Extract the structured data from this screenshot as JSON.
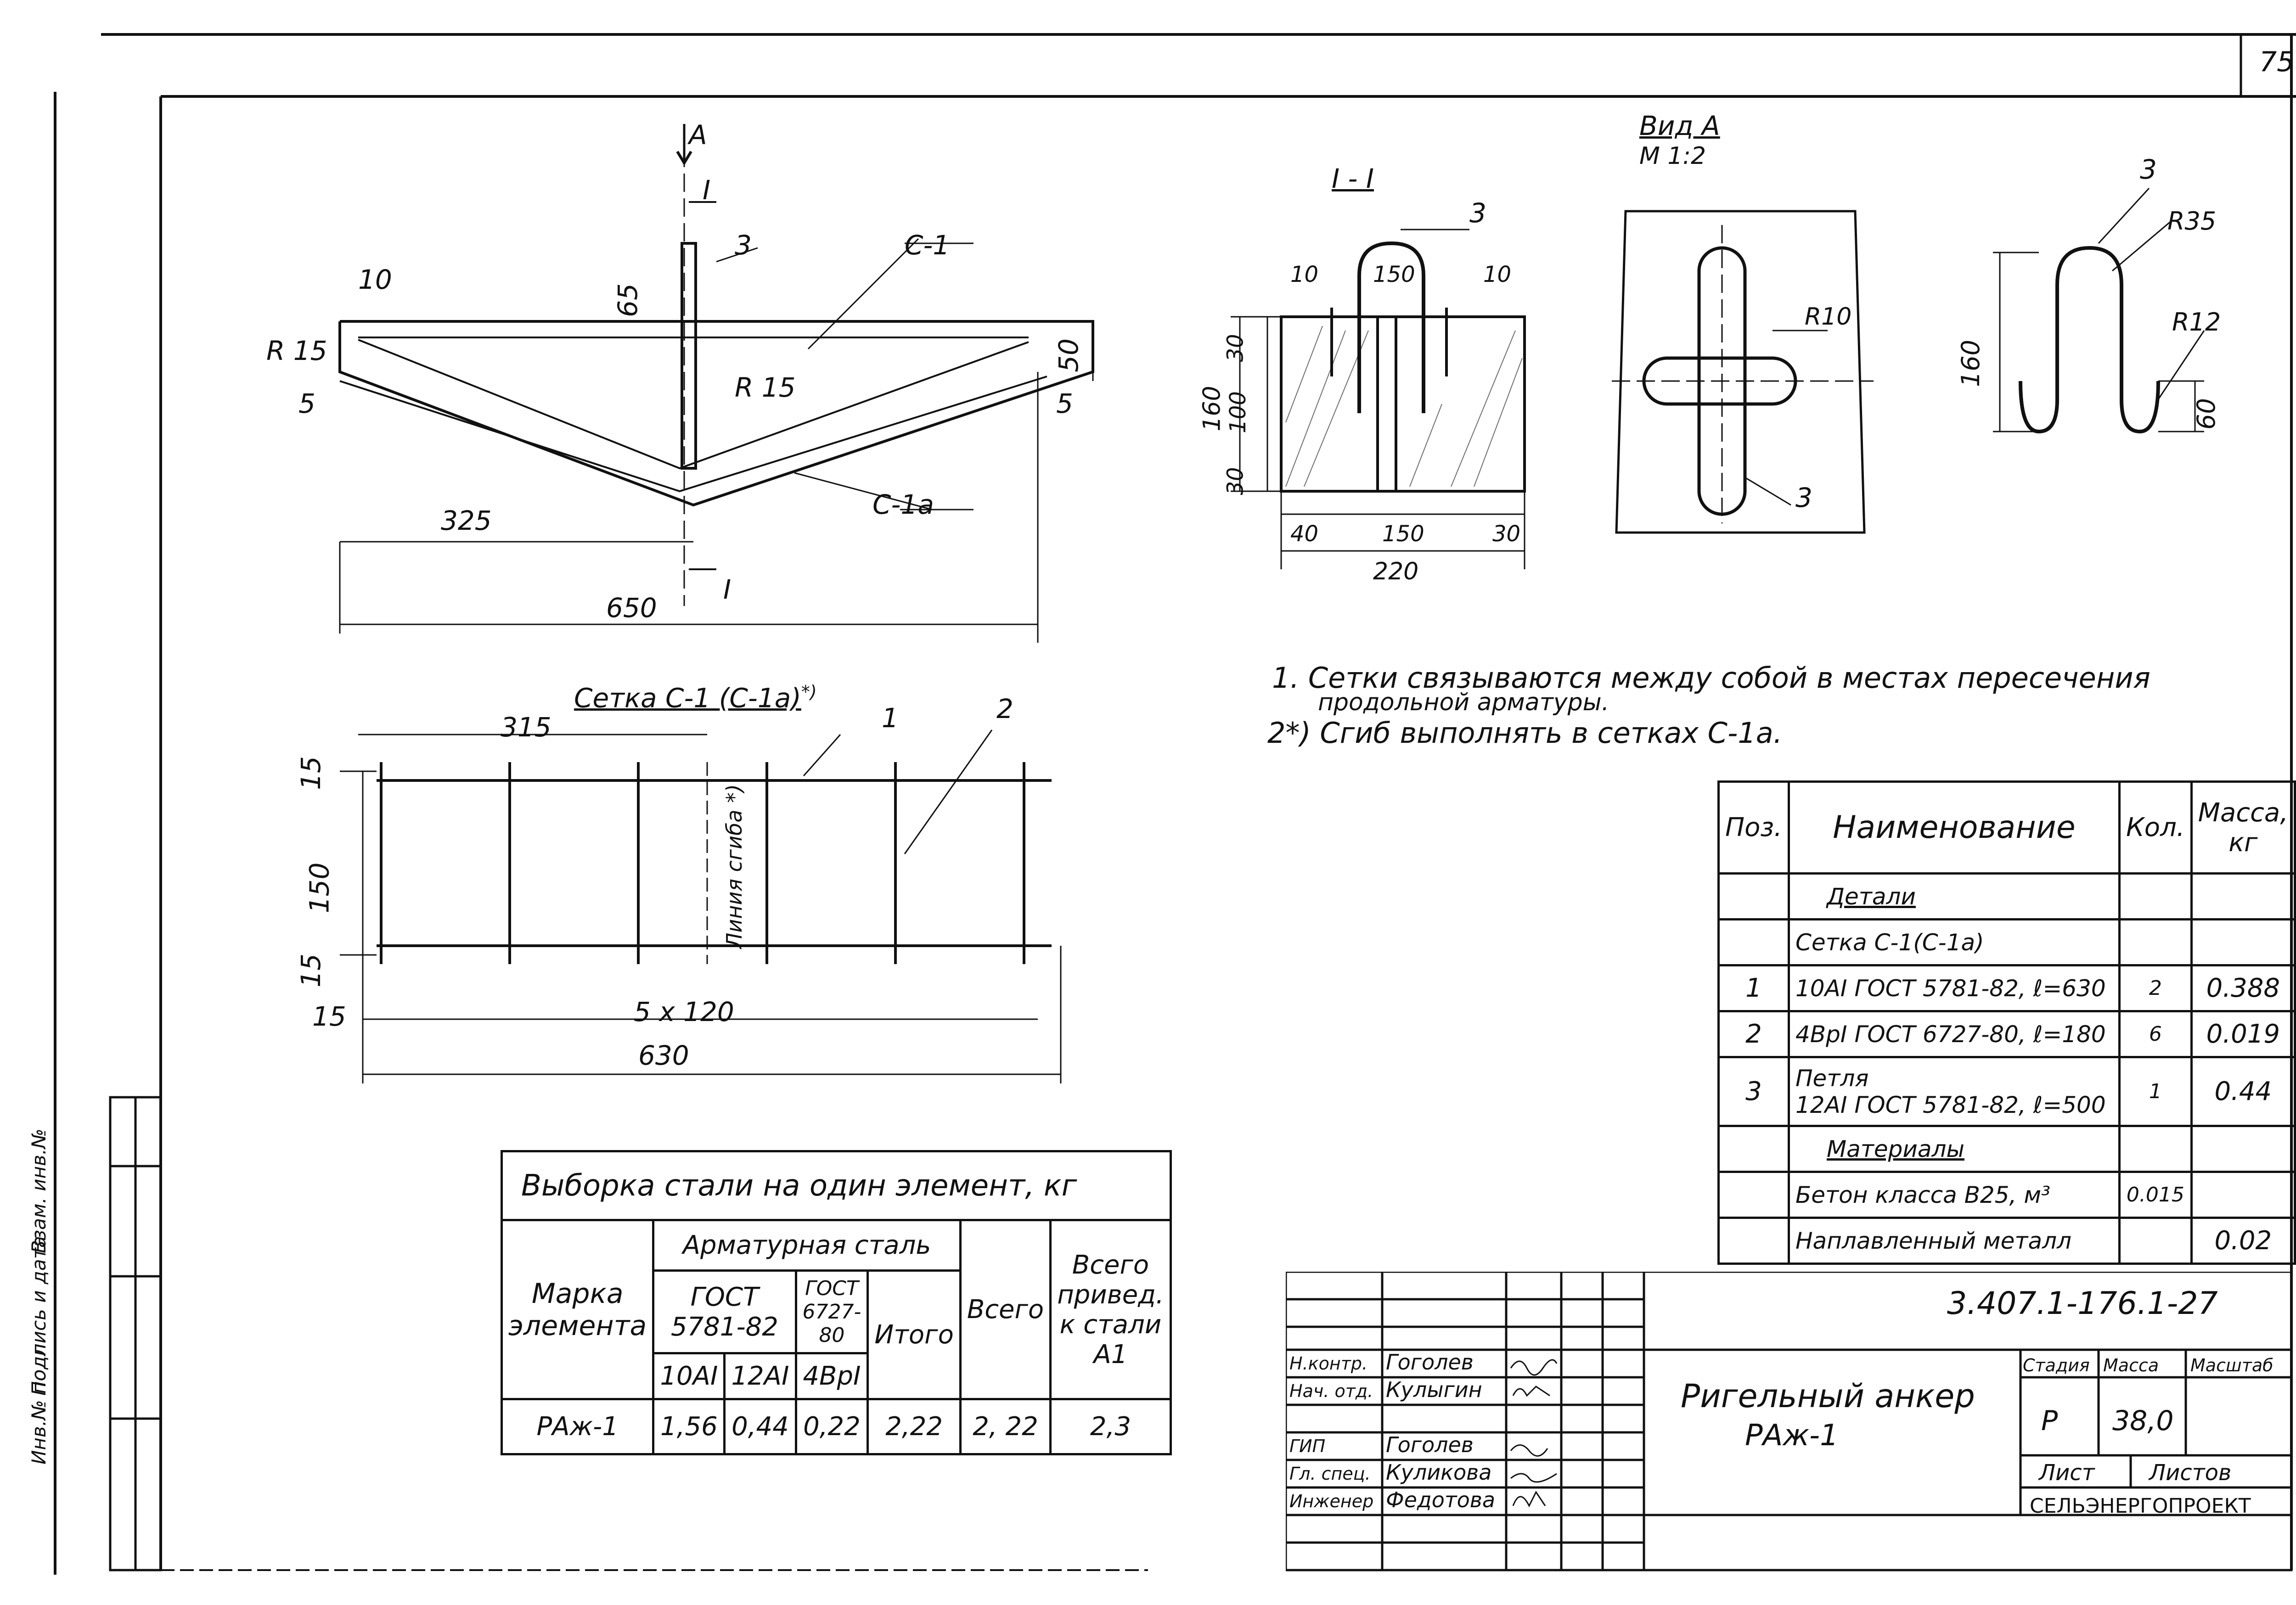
{
  "page_number": "75",
  "drawings": {
    "main_view": {
      "label_view_arrow": "А",
      "label_section": "I",
      "label_section_bottom": "I",
      "pos_3": "3",
      "mesh_c1": "С-1",
      "mesh_c1a": "С-1а",
      "dim_10": "10",
      "dim_65": "65",
      "dim_r15_left": "R 15",
      "dim_r15_mid": "R 15",
      "dim_50": "50",
      "dim_5_left": "5",
      "dim_5_right": "5",
      "dim_325": "325",
      "dim_650": "650"
    },
    "section_1_1": {
      "title": "I - I",
      "pos_3": "3",
      "dim_10a": "10",
      "dim_150_top": "150",
      "dim_10b": "10",
      "dim_30_top": "30",
      "dim_100": "100",
      "dim_30_bottom": "30",
      "dim_160": "160",
      "dim_40": "40",
      "dim_150_bottom": "150",
      "dim_30_right": "30",
      "dim_220": "220"
    },
    "view_a": {
      "title": "Вид А",
      "scale": "М 1:2",
      "dim_r10": "R10",
      "pos_3": "3"
    },
    "loop": {
      "pos_3": "3",
      "dim_r35": "R35",
      "dim_r12": "R12",
      "dim_160": "160",
      "dim_60": "60"
    },
    "mesh": {
      "title": "Сетка С-1 (С-1а)",
      "title_note": "*)",
      "pos_1": "1",
      "pos_2": "2",
      "dim_315": "315",
      "dim_15a": "15",
      "dim_150": "150",
      "dim_15b": "15",
      "dim_15c": "15",
      "dim_5x120": "5 х 120",
      "dim_630": "630",
      "bend_line": "Линия сгиба *)"
    }
  },
  "notes": [
    "1.  Сетки связываются между собой в местах пересечения",
    "продольной арматуры.",
    "2*) Сгиб выполнять в сетках С-1а."
  ],
  "spec_table": {
    "headers": {
      "pos": "Поз.",
      "name": "Наименование",
      "qty": "Кол.",
      "mass": "Масса, кг"
    },
    "rows": [
      {
        "pos": "",
        "name": "Детали",
        "qty": "",
        "mass": "",
        "style": "section"
      },
      {
        "pos": "",
        "name": "Сетка С-1(С-1а)",
        "qty": "",
        "mass": "",
        "style": ""
      },
      {
        "pos": "1",
        "name": "10АI ГОСТ 5781-82, ℓ=630",
        "qty": "2",
        "mass": "0.388",
        "style": ""
      },
      {
        "pos": "2",
        "name": "4ВрI ГОСТ 6727-80, ℓ=180",
        "qty": "6",
        "mass": "0.019",
        "style": ""
      },
      {
        "pos": "3",
        "name": "Петля\n12АI ГОСТ 5781-82, ℓ=500",
        "qty": "1",
        "mass": "0.44",
        "style": ""
      },
      {
        "pos": "",
        "name": "Материалы",
        "qty": "",
        "mass": "",
        "style": "section"
      },
      {
        "pos": "",
        "name": "Бетон класса В25, м³",
        "qty": "0.015",
        "mass": "",
        "style": ""
      },
      {
        "pos": "",
        "name": "Наплавленный металл",
        "qty": "",
        "mass": "0.02",
        "style": ""
      }
    ]
  },
  "steel_table": {
    "title": "Выборка стали на один элемент, кг",
    "col_mark": "Марка элемента",
    "col_rebar": "Арматурная сталь",
    "col_gost1": "ГОСТ 5781-82",
    "col_gost2": "ГОСТ 6727-80",
    "col_itogo": "Итого",
    "col_vsego": "Всего",
    "col_total": "Всего привед. к стали А1",
    "sub_10": "10АI",
    "sub_12": "12АI",
    "sub_4": "4ВрI",
    "row": {
      "mark": "РАж-1",
      "v10": "1,56",
      "v12": "0,44",
      "v4": "0,22",
      "itogo": "2,22",
      "vsego": "2, 22",
      "total": "2,3"
    }
  },
  "title_block": {
    "doc_code": "3.407.1-176.1-27",
    "name_line1": "Ригельный анкер",
    "name_line2": "РАж-1",
    "stage_label": "Стадия",
    "mass_label": "Масса",
    "scale_label": "Масштаб",
    "stage": "Р",
    "mass": "38,0",
    "sheet_label": "Лист",
    "sheets_label": "Листов",
    "org": "СЕЛЬЭНЕРГОПРОЕКТ",
    "people": [
      {
        "role": "Н.контр.",
        "name": "Гоголев"
      },
      {
        "role": "Нач. отд.",
        "name": "Кулыгин"
      },
      {
        "role": "ГИП",
        "name": "Гоголев"
      },
      {
        "role": "Гл. спец.",
        "name": "Куликова"
      },
      {
        "role": "Инженер",
        "name": "Федотова"
      }
    ]
  },
  "side_stamp": {
    "inv": "Инв.№ подл.",
    "sign": "Подпись и дата",
    "replace": "Взам. инв.№"
  }
}
